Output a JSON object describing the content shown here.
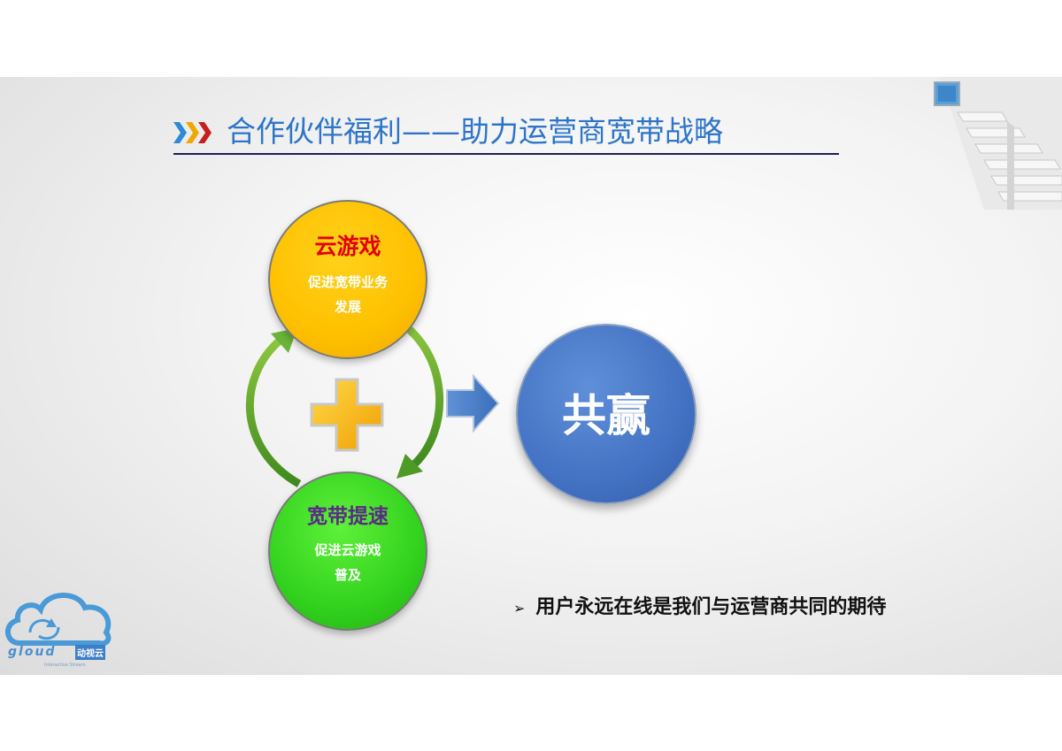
{
  "title": {
    "text": "合作伙伴福利——助力运营商宽带战略"
  },
  "circles": {
    "cloud_game": {
      "title": "云游戏",
      "line1": "促进宽带业务",
      "line2": "发展"
    },
    "broadband": {
      "title": "宽带提速",
      "line1": "促进云游戏",
      "line2": "普及"
    },
    "win_win": {
      "title": "共赢"
    }
  },
  "bullet": {
    "marker": "➢",
    "text": "用户永远在线是我们与运营商共同的期待"
  },
  "logo": {
    "word": "gloud",
    "cn": "动视云",
    "en": "Interactive Stream"
  },
  "colors": {
    "title": "#2e75c9",
    "game_circle": "#ffc000",
    "game_title": "#e00000",
    "broadband_circle": "#32d21e",
    "broadband_title": "#5b2a86",
    "win_circle": "#4472c4",
    "plus": "#ffc000",
    "arrow": "#4a7fc4",
    "cycle_arrows": "#5ea82c"
  },
  "icons": [
    "chevrons-icon",
    "plus-icon",
    "right-arrow-icon",
    "cycle-arrows-icon",
    "stairs-decoration",
    "cloud-logo-icon"
  ]
}
